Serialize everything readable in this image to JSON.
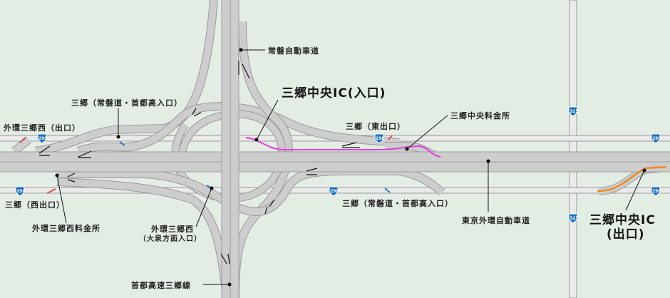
{
  "colors": {
    "background": "#e4ede4",
    "road": "#cdcdcd",
    "road_edge": "#9a9a9a",
    "entrance_route": "#e040e0",
    "exit_route": "#f08a20",
    "entry_arrow": "#2a7acc",
    "exit_arrow": "#e05050",
    "shield": "#1a6fc4"
  },
  "labels": {
    "joban": "常磐自動車道",
    "misato_central_entrance": "三郷中央IC(入口)",
    "misato_jobando_entrance_top": "三郷（常磐道・首都高入口）",
    "gaikan_misato_west_exit": "外環三郷西（出口）",
    "misato_east_exit": "三郷（東出口）",
    "misato_central_tollgate": "三郷中央料金所",
    "misato_west_exit": "三郷（西出口）",
    "gaikan_misato_west_tollgate": "外環三郷西料金所",
    "gaikan_misato_west_entrance_line1": "外環三郷西",
    "gaikan_misato_west_entrance_line2": "（大泉方面入口）",
    "misato_jobando_entrance_bottom": "三郷（常磐道・首都高入口）",
    "tokyo_gaikan": "東京外環自動車道",
    "shuto_misato": "首都高速三郷線",
    "misato_central_exit_line1": "三郷中央IC",
    "misato_central_exit_line2": "(出口)"
  },
  "shields": {
    "route_298": "298",
    "route_325": "325"
  }
}
